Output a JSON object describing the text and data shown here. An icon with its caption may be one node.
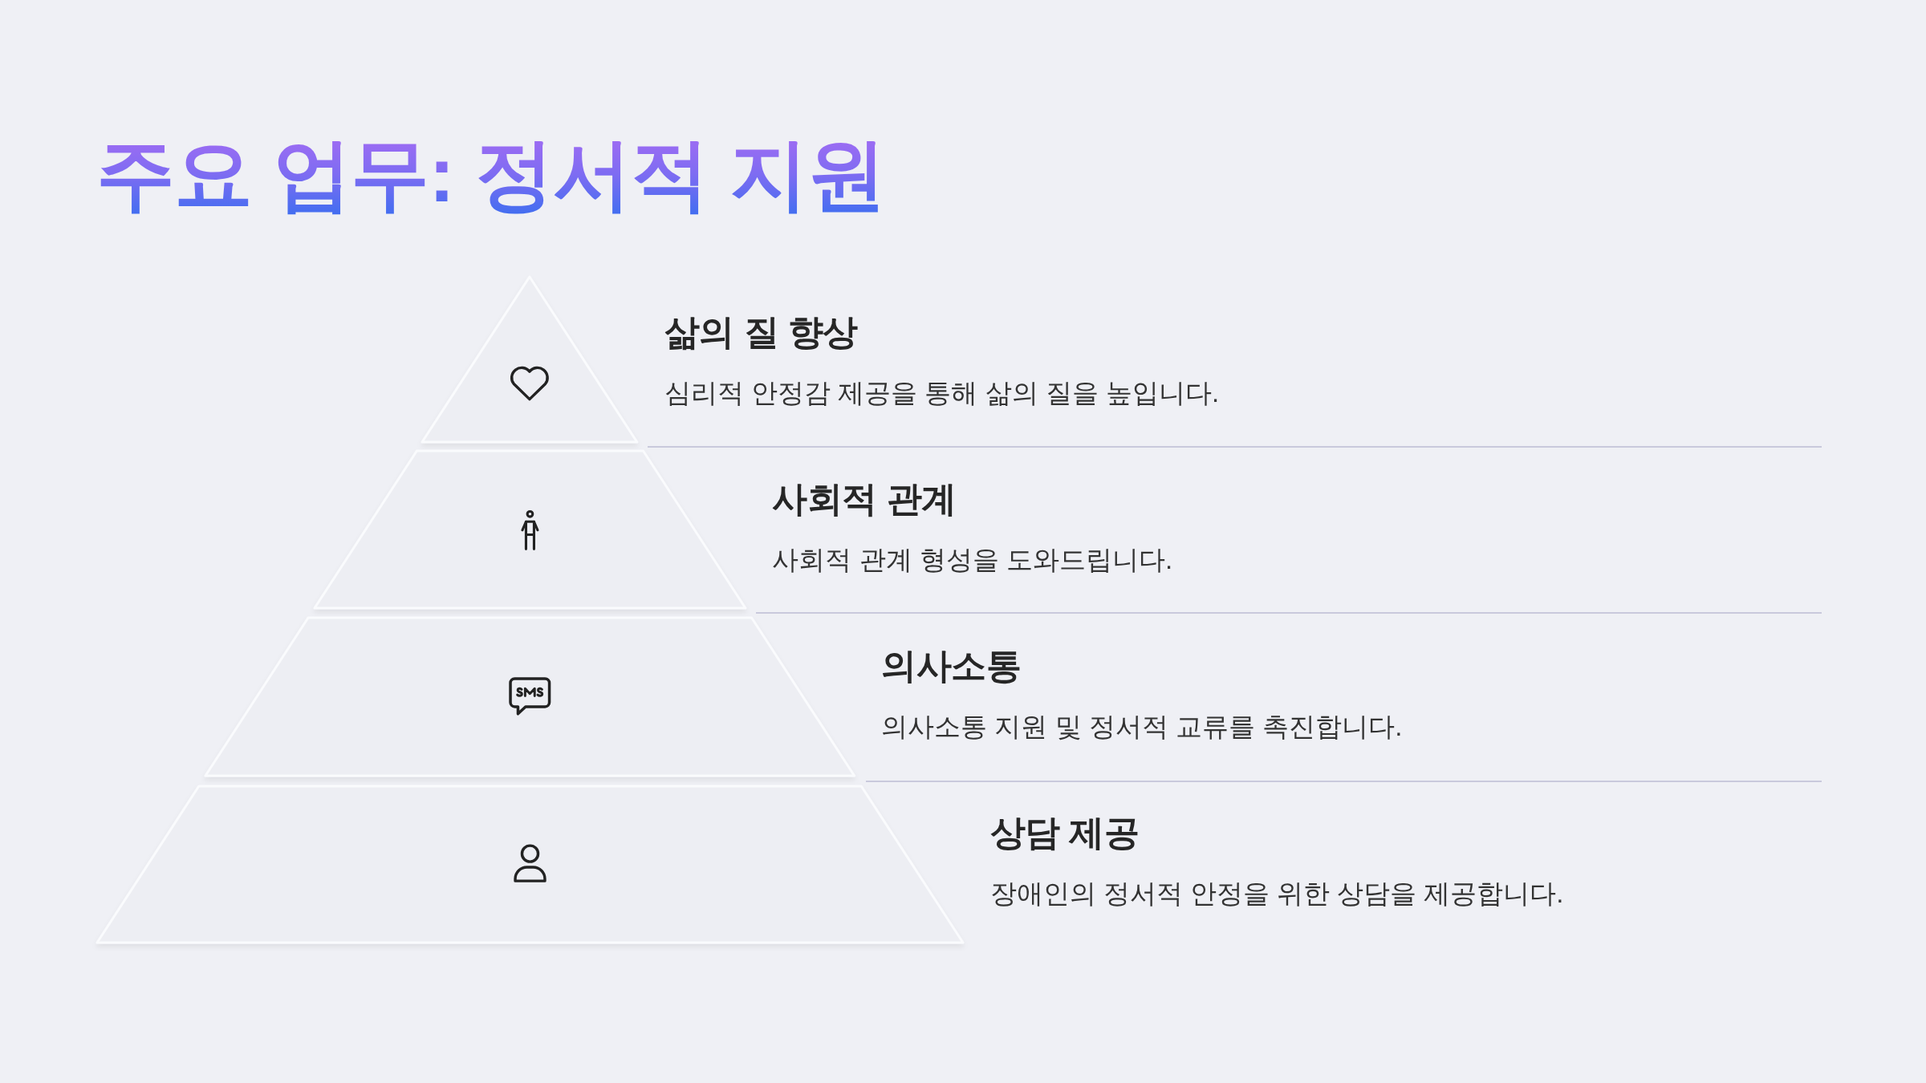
{
  "diagram": {
    "title": "주요 업무: 정서적 지원",
    "nodes": [
      {
        "text": [],
        "shape": "triangle",
        "beside": [
          "삶의 질 향상",
          "심리적 안정감 제공을 통해 삶의 질을 높입니다."
        ]
      },
      {
        "text": [],
        "shape": "trapezoid",
        "beside": [
          "사회적 관계",
          "사회적 관계 형성을 도와드립니다."
        ]
      },
      {
        "text": [],
        "shape": "trapezoid",
        "beside": [
          "의사소통",
          "의사소통 지원 및 정서적 교류를 촉진합니다."
        ]
      },
      {
        "text": [],
        "shape": "trapezoid",
        "beside": [
          "상담 제공",
          "장애인의 정서적 안정을 위한 상담을 제공합니다."
        ]
      }
    ]
  }
}
